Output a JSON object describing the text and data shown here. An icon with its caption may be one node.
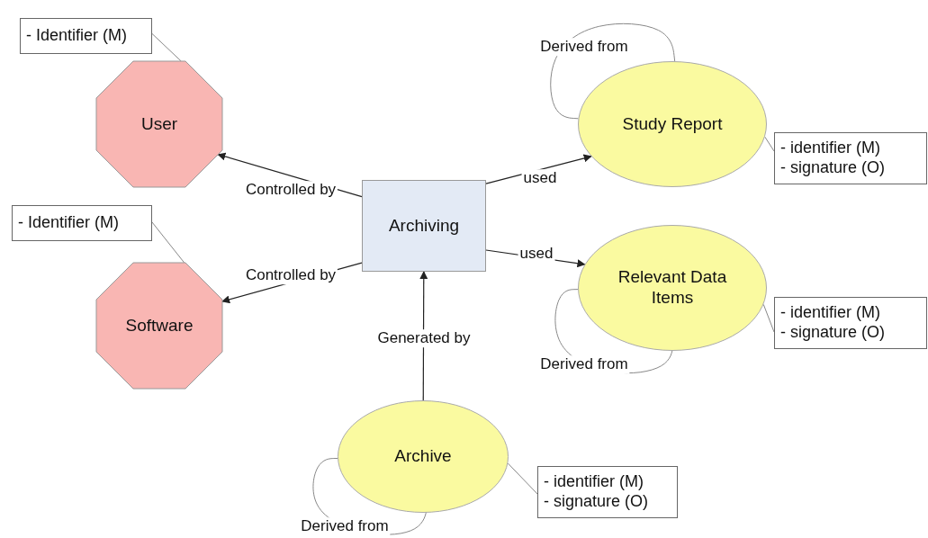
{
  "diagram": {
    "nodes": [
      {
        "text": [
          "User"
        ]
      },
      {
        "text": [
          "Software"
        ]
      },
      {
        "text": [
          "Archiving"
        ]
      },
      {
        "text": [
          "Study Report"
        ]
      },
      {
        "text": [
          "Relevant Data Items"
        ]
      },
      {
        "text": [
          "Archive"
        ]
      },
      {
        "text": [
          "- Identifier (M)"
        ]
      },
      {
        "text": [
          "- Identifier (M)"
        ]
      },
      {
        "text": [
          "- identifier (M)",
          "- signature (O)"
        ]
      },
      {
        "text": [
          "- identifier (M)",
          "- signature (O)"
        ]
      },
      {
        "text": [
          "- identifier (M)",
          "- signature (O)"
        ]
      }
    ],
    "edges": [
      {
        "from": 2,
        "to": 0,
        "arrow": "to",
        "label": "Controlled by",
        "color": "#222222"
      },
      {
        "from": 2,
        "to": 1,
        "arrow": "to",
        "label": "Controlled by",
        "color": "#222222"
      },
      {
        "from": 2,
        "to": 3,
        "arrow": "to",
        "label": "used",
        "color": "#222222"
      },
      {
        "from": 2,
        "to": 4,
        "arrow": "to",
        "label": "used",
        "color": "#222222"
      },
      {
        "from": 5,
        "to": 2,
        "arrow": "to",
        "label": "Generated by",
        "color": "#222222"
      },
      {
        "from": 3,
        "to": 3,
        "arrow": "none",
        "label": "Derived from"
      },
      {
        "from": 4,
        "to": 4,
        "arrow": "none",
        "label": "Derived from"
      },
      {
        "from": 5,
        "to": 5,
        "arrow": "none",
        "label": "Derived from"
      },
      {
        "from": 6,
        "to": 0,
        "arrow": "none"
      },
      {
        "from": 7,
        "to": 1,
        "arrow": "none"
      },
      {
        "from": 3,
        "to": 8,
        "arrow": "none"
      },
      {
        "from": 4,
        "to": 9,
        "arrow": "none"
      },
      {
        "from": 5,
        "to": 10,
        "arrow": "none"
      }
    ]
  }
}
